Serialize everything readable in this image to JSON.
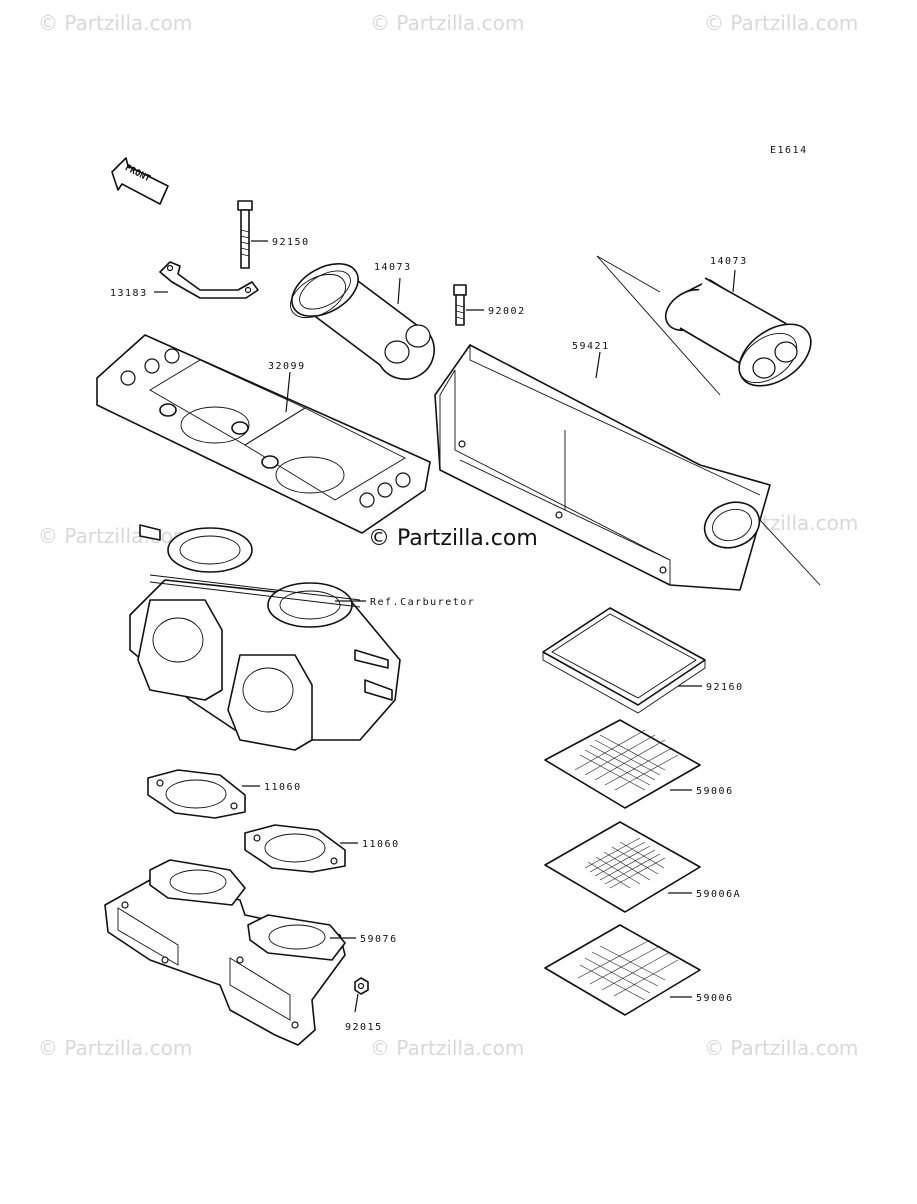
{
  "diagram_code": "E1614",
  "front_label": "FRONT",
  "center_watermark": "© Partzilla.com",
  "watermark_text": "© Partzilla.com",
  "callouts": {
    "p92150": "92150",
    "p13183": "13183",
    "p14073_left": "14073",
    "p14073_right": "14073",
    "p92002": "92002",
    "p32099": "32099",
    "p59421": "59421",
    "ref_carburetor": "Ref.Carburetor",
    "p92160": "92160",
    "p11060_upper": "11060",
    "p11060_lower": "11060",
    "p59006_upper": "59006",
    "p59006A": "59006A",
    "p59006_lower": "59006",
    "p59076": "59076",
    "p92015": "92015"
  }
}
